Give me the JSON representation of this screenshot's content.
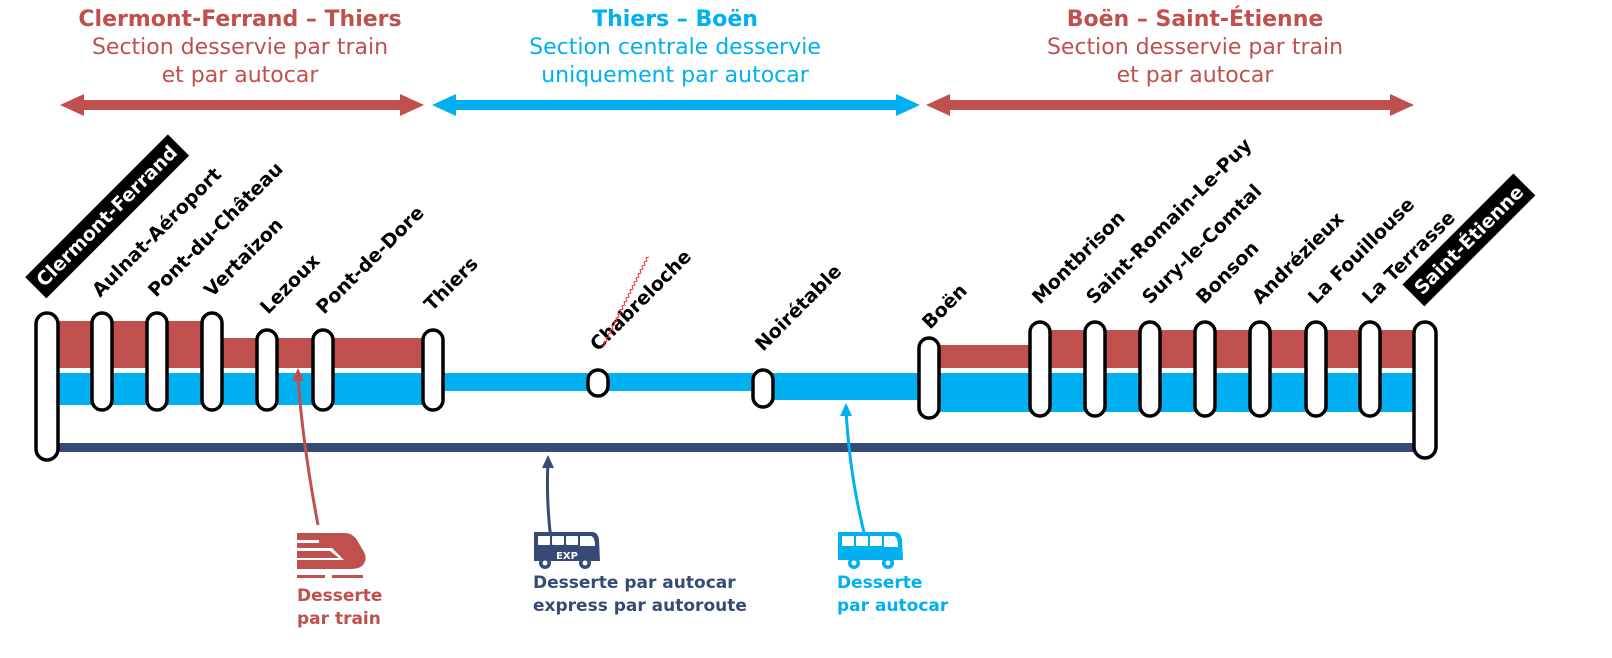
{
  "colors": {
    "train": "#C0504D",
    "coach": "#00B0F0",
    "express": "#374A75",
    "station_outline": "#000000",
    "terminus_label_bg": "#000000"
  },
  "sections": [
    {
      "title": "Clermont-Ferrand – Thiers",
      "subtitle_line1": "Section desservie par train",
      "subtitle_line2": "et par autocar",
      "mode": "train"
    },
    {
      "title": "Thiers – Boën",
      "subtitle_line1": "Section centrale desservie",
      "subtitle_line2": "uniquement par autocar",
      "mode": "coach"
    },
    {
      "title": "Boën – Saint-Étienne",
      "subtitle_line1": "Section desservie par train",
      "subtitle_line2": "et par autocar",
      "mode": "train"
    }
  ],
  "stations": [
    {
      "name": "Clermont-Ferrand",
      "terminus": true,
      "train": true,
      "coach": true,
      "express": true
    },
    {
      "name": "Aulnat-Aéroport",
      "terminus": false,
      "train": true,
      "coach": true,
      "express": false
    },
    {
      "name": "Pont-du-Château",
      "terminus": false,
      "train": true,
      "coach": true,
      "express": false
    },
    {
      "name": "Vertaizon",
      "terminus": false,
      "train": true,
      "coach": true,
      "express": false
    },
    {
      "name": "Lezoux",
      "terminus": false,
      "train": true,
      "coach": true,
      "express": false
    },
    {
      "name": "Pont-de-Dore",
      "terminus": false,
      "train": true,
      "coach": true,
      "express": false
    },
    {
      "name": "Thiers",
      "terminus": false,
      "train": true,
      "coach": true,
      "express": false
    },
    {
      "name": "Chabreloche",
      "terminus": false,
      "train": false,
      "coach": true,
      "express": false
    },
    {
      "name": "Noirétable",
      "terminus": false,
      "train": false,
      "coach": true,
      "express": false
    },
    {
      "name": "Boën",
      "terminus": false,
      "train": true,
      "coach": true,
      "express": false
    },
    {
      "name": "Montbrison",
      "terminus": false,
      "train": true,
      "coach": true,
      "express": false
    },
    {
      "name": "Saint-Romain-Le-Puy",
      "terminus": false,
      "train": true,
      "coach": true,
      "express": false
    },
    {
      "name": "Sury-le-Comtal",
      "terminus": false,
      "train": true,
      "coach": true,
      "express": false
    },
    {
      "name": "Bonson",
      "terminus": false,
      "train": true,
      "coach": true,
      "express": false
    },
    {
      "name": "Andrézieux",
      "terminus": false,
      "train": true,
      "coach": true,
      "express": false
    },
    {
      "name": "La Fouillouse",
      "terminus": false,
      "train": true,
      "coach": true,
      "express": false
    },
    {
      "name": "La Terrasse",
      "terminus": false,
      "train": true,
      "coach": true,
      "express": false
    },
    {
      "name": "Saint-Étienne",
      "terminus": true,
      "train": true,
      "coach": true,
      "express": true
    }
  ],
  "legend": [
    {
      "icon": "train-icon",
      "line1": "Desserte",
      "line2": "par train",
      "mode": "train"
    },
    {
      "icon": "express-coach-icon",
      "badge": "EXP",
      "line1": "Desserte par autocar",
      "line2": "express par autoroute",
      "mode": "express"
    },
    {
      "icon": "coach-icon",
      "line1": "Desserte",
      "line2": "par autocar",
      "mode": "coach"
    }
  ]
}
